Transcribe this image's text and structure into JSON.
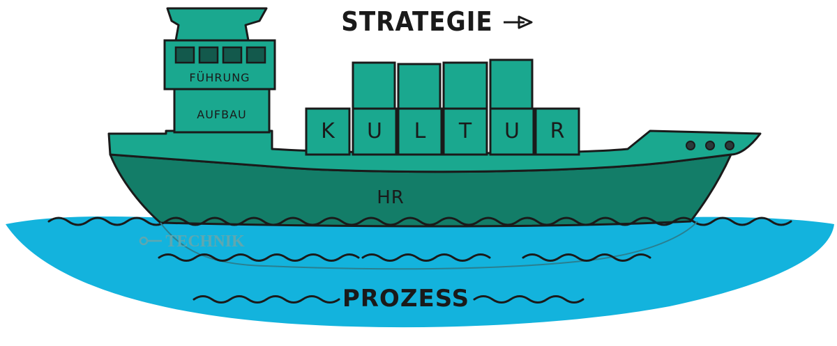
{
  "title": "STRATEGIE",
  "ship": {
    "bridge_top_label": "FÜHRUNG",
    "bridge_bottom_label": "AUFBAU",
    "hull_label": "HR",
    "containers": [
      "K",
      "U",
      "L",
      "T",
      "U",
      "R"
    ]
  },
  "water": {
    "underwater_label": "TECHNIK",
    "bottom_label": "PROZESS"
  },
  "colors": {
    "ship_light": "#1aa88f",
    "ship_dark": "#0f7a63",
    "hull": "#137d68",
    "water": "#13b3dd",
    "outline": "#1a1a1a"
  }
}
